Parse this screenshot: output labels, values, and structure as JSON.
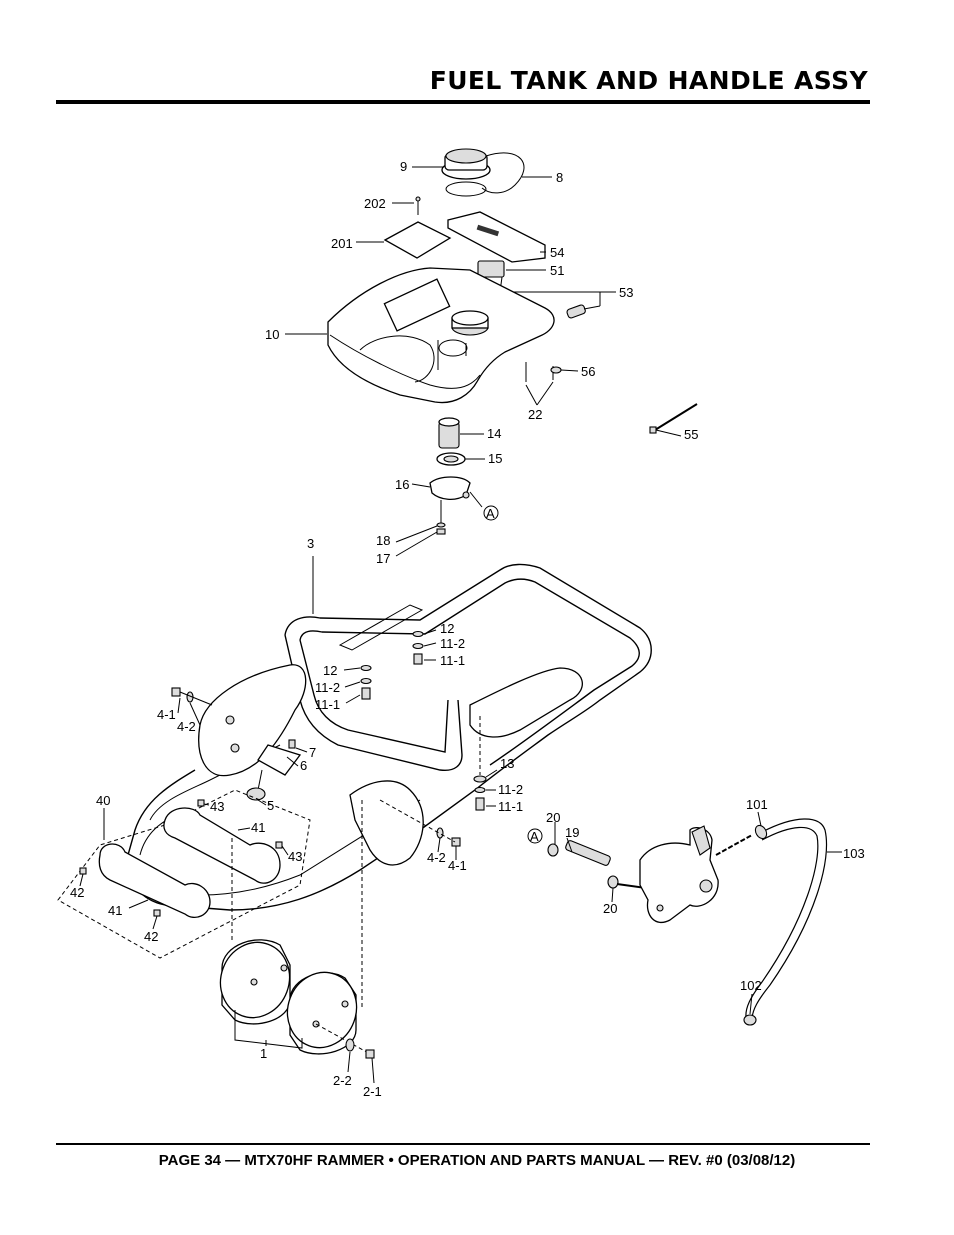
{
  "page": {
    "title": "FUEL TANK AND HANDLE ASSY",
    "footer": "PAGE 34 — MTX70HF RAMMER • OPERATION AND PARTS MANUAL — REV. #0 (03/08/12)"
  },
  "callouts": {
    "c9": "9",
    "c8": "8",
    "c202": "202",
    "c201": "201",
    "c54": "54",
    "c51": "51",
    "c53": "53",
    "c10": "10",
    "c56": "56",
    "c22": "22",
    "c55": "55",
    "c14": "14",
    "c15": "15",
    "c16": "16",
    "cA1": "A",
    "c3": "3",
    "c18": "18",
    "c17": "17",
    "c12a": "12",
    "c112a": "11-2",
    "c111a": "11-1",
    "c12b": "12",
    "c112b": "11-2",
    "c111b": "11-1",
    "c41a": "4-1",
    "c42a": "4-2",
    "c7": "7",
    "c6": "6",
    "c5": "5",
    "c13": "13",
    "c112c": "11-2",
    "c111c": "11-1",
    "c40": "40",
    "c43a": "43",
    "c41b": "41",
    "c43b": "43",
    "c20a": "20",
    "c19": "19",
    "cA2": "A",
    "c101": "101",
    "c103": "103",
    "c42b": "4-2",
    "c41c": "4-1",
    "c42c": "42",
    "c41d": "41",
    "c42d": "42",
    "c20b": "20",
    "c102": "102",
    "c1": "1",
    "c22b": "2-2",
    "c21": "2-1"
  }
}
